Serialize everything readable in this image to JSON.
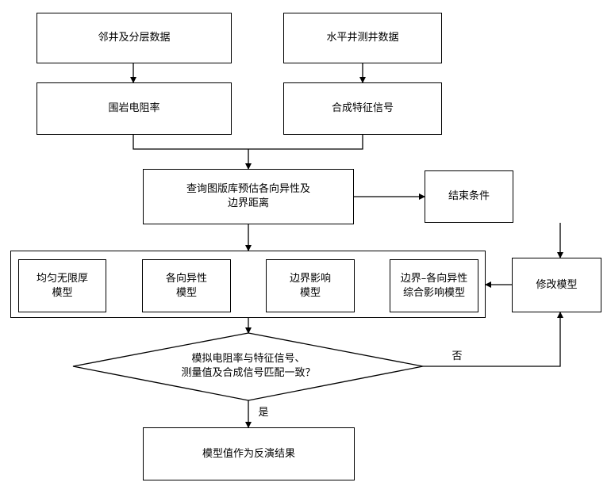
{
  "nodes": {
    "adjacent_well": "邻井及分层数据",
    "horizontal_well": "水平井测井数据",
    "surrounding_resistivity": "围岩电阻率",
    "synthetic_signal": "合成特征信号",
    "query_chart": "查询图版库预估各向异性及\n边界距离",
    "end_condition": "结束条件",
    "model_uniform": "均匀无限厚\n模型",
    "model_anisotropy": "各向异性\n模型",
    "model_boundary": "边界影响\n模型",
    "model_combined": "边界–各向异性\n综合影响模型",
    "modify_model": "修改模型",
    "decision": "模拟电阻率与特征信号、\n测量值及合成信号匹配一致？",
    "result": "模型值作为反演结果"
  },
  "edges": {
    "no_label": "否",
    "yes_label": "是"
  }
}
